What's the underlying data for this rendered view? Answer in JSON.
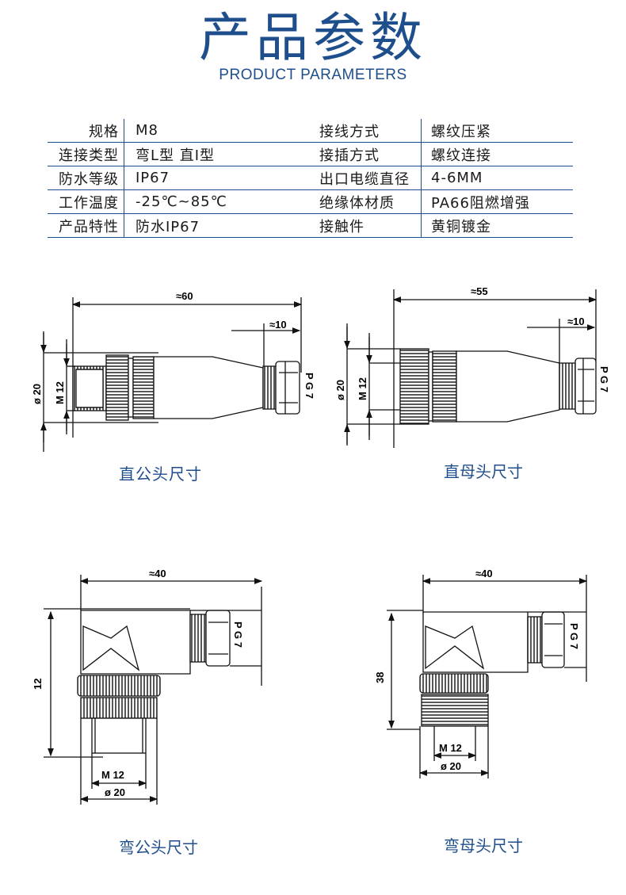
{
  "header": {
    "title_cn": "产品参数",
    "title_en": "PRODUCT PARAMETERS"
  },
  "params": [
    {
      "label": "规格",
      "value": "M8",
      "label2": "接线方式",
      "value2": "螺纹压紧"
    },
    {
      "label": "连接类型",
      "value": "弯L型 直I型",
      "label2": "接插方式",
      "value2": "螺纹连接"
    },
    {
      "label": "防水等级",
      "value": "IP67",
      "label2": "出口电缆直径",
      "value2": "4-6MM"
    },
    {
      "label": "工作温度",
      "value": "-25℃~85℃",
      "label2": "绝缘体材质",
      "value2": "PA66阻燃增强"
    },
    {
      "label": "产品特性",
      "value": "防水IP67",
      "label2": "接触件",
      "value2": "黄铜镀金"
    }
  ],
  "drawings": {
    "straight_male": {
      "caption": "直公头尺寸",
      "len": "≈60",
      "cable": "≈10",
      "dia": "ø 20",
      "thread": "M 12",
      "gland": "P G 7"
    },
    "straight_female": {
      "caption": "直母头尺寸",
      "len": "≈55",
      "cable": "≈10",
      "dia": "ø 20",
      "thread": "M 12",
      "gland": "P G 7"
    },
    "angle_male": {
      "caption": "弯公头尺寸",
      "len": "≈40",
      "height": "12",
      "thread": "M 12",
      "dia": "ø 20",
      "gland": "P G 7"
    },
    "angle_female": {
      "caption": "弯母头尺寸",
      "len": "≈40",
      "height": "38",
      "thread": "M 12",
      "dia": "ø 20",
      "gland": "P G 7"
    }
  },
  "colors": {
    "accent": "#1f4e8c"
  }
}
